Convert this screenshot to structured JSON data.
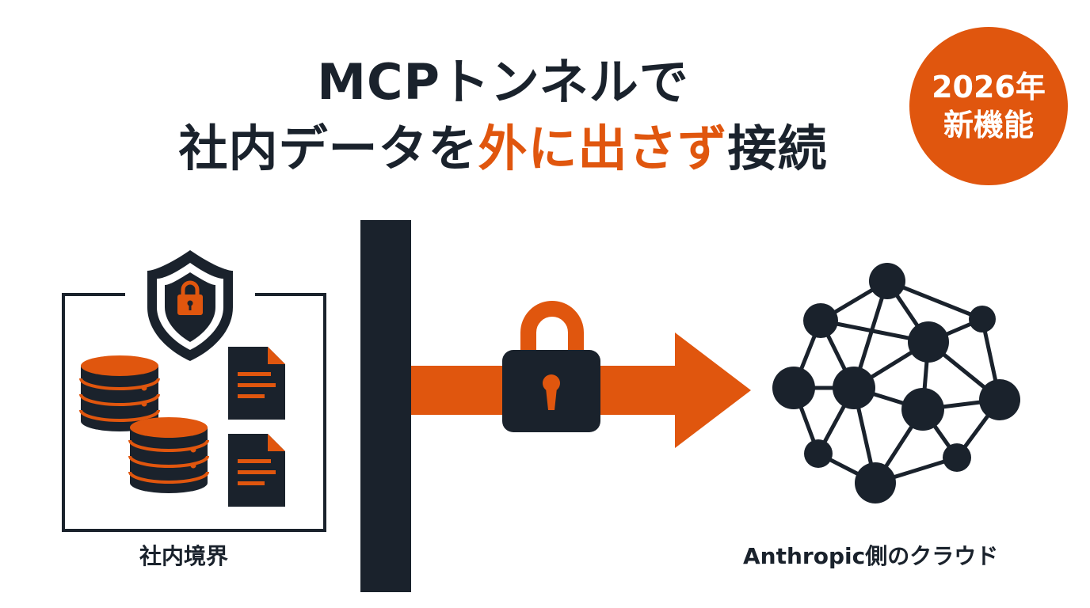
{
  "title": {
    "line1": "MCPトンネルで",
    "line2_before": "社内データを",
    "line2_highlight": "外に出さず",
    "line2_after": "接続"
  },
  "badge": {
    "line1": "2026年",
    "line2": "新機能"
  },
  "labels": {
    "internal_boundary": "社内境界",
    "cloud": "Anthropic側のクラウド"
  },
  "colors": {
    "accent": "#e0560e",
    "dark": "#1a222c",
    "background": "#ffffff"
  },
  "icons": [
    "shield-lock-icon",
    "database-icon",
    "document-icon",
    "padlock-icon",
    "arrow-icon",
    "network-icon"
  ]
}
